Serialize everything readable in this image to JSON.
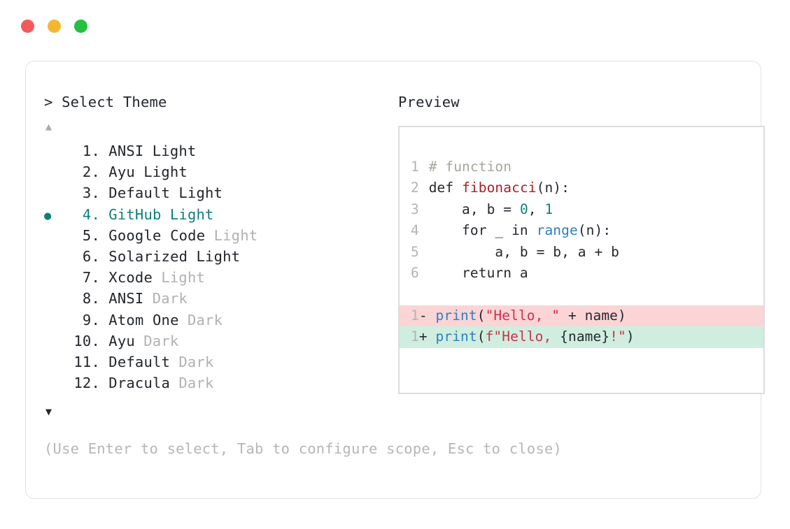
{
  "window": {
    "dots": [
      {
        "name": "close",
        "color": "#f4595b"
      },
      {
        "name": "minimize",
        "color": "#f5b731"
      },
      {
        "name": "maximize",
        "color": "#21c03f"
      }
    ]
  },
  "prompt": {
    "title": "> Select Theme",
    "scroll_up_icon": "▲",
    "scroll_down_icon": "▼",
    "selected_index": 4,
    "selected_marker": "●"
  },
  "themes": [
    {
      "index": "1.",
      "name": "ANSI",
      "mode": "Light",
      "mode_is_part_of_name": true,
      "selected": false
    },
    {
      "index": "2.",
      "name": "Ayu",
      "mode": "Light",
      "mode_is_part_of_name": true,
      "selected": false
    },
    {
      "index": "3.",
      "name": "Default",
      "mode": "Light",
      "mode_is_part_of_name": true,
      "selected": false
    },
    {
      "index": "4.",
      "name": "GitHub",
      "mode": "Light",
      "mode_is_part_of_name": true,
      "selected": true
    },
    {
      "index": "5.",
      "name": "Google Code",
      "mode": "Light",
      "mode_is_part_of_name": false,
      "selected": false
    },
    {
      "index": "6.",
      "name": "Solarized",
      "mode": "Light",
      "mode_is_part_of_name": true,
      "selected": false
    },
    {
      "index": "7.",
      "name": "Xcode",
      "mode": "Light",
      "mode_is_part_of_name": false,
      "selected": false
    },
    {
      "index": "8.",
      "name": "ANSI",
      "mode": "Dark",
      "mode_is_part_of_name": false,
      "selected": false
    },
    {
      "index": "9.",
      "name": "Atom One",
      "mode": "Dark",
      "mode_is_part_of_name": false,
      "selected": false
    },
    {
      "index": "10.",
      "name": "Ayu",
      "mode": "Dark",
      "mode_is_part_of_name": false,
      "selected": false
    },
    {
      "index": "11.",
      "name": "Default",
      "mode": "Dark",
      "mode_is_part_of_name": false,
      "selected": false
    },
    {
      "index": "12.",
      "name": "Dracula",
      "mode": "Dark",
      "mode_is_part_of_name": false,
      "selected": false
    }
  ],
  "preview": {
    "title": "Preview",
    "code_lines": [
      {
        "num": "1",
        "tokens": [
          {
            "t": "# function",
            "c": "comment"
          }
        ]
      },
      {
        "num": "2",
        "tokens": [
          {
            "t": "def ",
            "c": "plain"
          },
          {
            "t": "fibonacci",
            "c": "fn"
          },
          {
            "t": "(n):",
            "c": "plain"
          }
        ]
      },
      {
        "num": "3",
        "tokens": [
          {
            "t": "    a, b = ",
            "c": "plain"
          },
          {
            "t": "0",
            "c": "num"
          },
          {
            "t": ", ",
            "c": "plain"
          },
          {
            "t": "1",
            "c": "num"
          }
        ]
      },
      {
        "num": "4",
        "tokens": [
          {
            "t": "    for _ in ",
            "c": "plain"
          },
          {
            "t": "range",
            "c": "builtin"
          },
          {
            "t": "(n):",
            "c": "plain"
          }
        ]
      },
      {
        "num": "5",
        "tokens": [
          {
            "t": "        a, b = b, a + b",
            "c": "plain"
          }
        ]
      },
      {
        "num": "6",
        "tokens": [
          {
            "t": "    return a",
            "c": "plain"
          }
        ]
      }
    ],
    "diff_lines": [
      {
        "num": "1",
        "sign": "-",
        "kind": "deletion",
        "bg": "#fbd4d6",
        "tokens": [
          {
            "t": "print",
            "c": "builtin"
          },
          {
            "t": "(",
            "c": "plain"
          },
          {
            "t": "\"Hello, \"",
            "c": "str"
          },
          {
            "t": " + name)",
            "c": "plain"
          }
        ]
      },
      {
        "num": "1",
        "sign": "+",
        "kind": "addition",
        "bg": "#cfeedf",
        "tokens": [
          {
            "t": "print",
            "c": "builtin"
          },
          {
            "t": "(",
            "c": "plain"
          },
          {
            "t": "f\"Hello, ",
            "c": "str"
          },
          {
            "t": "{name}",
            "c": "plain"
          },
          {
            "t": "!\"",
            "c": "str"
          },
          {
            "t": ")",
            "c": "plain"
          }
        ]
      }
    ]
  },
  "footer": {
    "hint": "(Use Enter to select, Tab to configure scope, Esc to close)"
  },
  "colors": {
    "accent_teal": "#117f77",
    "text": "#22262c",
    "muted": "#b1b1b5",
    "diff_del_bg": "#fbd4d6",
    "diff_add_bg": "#cfeedf",
    "token_comment": "#a6a69c",
    "token_function": "#ab1f24",
    "token_number": "#117f77",
    "token_builtin": "#2f7fbd",
    "token_string": "#d22f4b",
    "card_border": "#e3e3e5",
    "preview_border": "#dcdcde"
  }
}
